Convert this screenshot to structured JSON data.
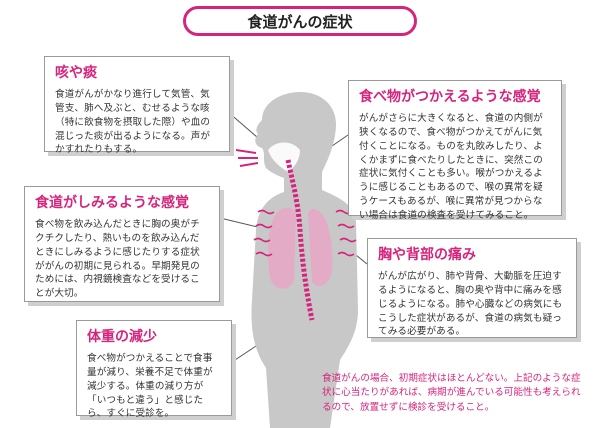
{
  "title": "食道がんの症状",
  "boxes": {
    "cough": {
      "heading": "咳や痰",
      "body": "食道がんがかなり進行して気管、気管支、肺へ及ぶと、むせるような咳（特に飲食物を摂取した際）や血の混じった痰が出るようになる。声がかすれたりもする。"
    },
    "stuck": {
      "heading": "食べ物がつかえるような感覚",
      "body": "がんがさらに大きくなると、食道の内側が狭くなるので、食べ物がつかえてがんに気付くことになる。ものを丸飲みしたり、よくかまずに食べたりしたときに、突然この症状に気付くことも多い。喉がつかえるように感じることもあるので、喉の異常を疑うケースもあるが、喉に異常が見つからない場合は食道の検査を受けてみること。"
    },
    "sting": {
      "heading": "食道がしみるような感覚",
      "body": "食べ物を飲み込んだときに胸の奥がチクチクしたり、熱いものを飲み込んだときにしみるように感じたりする症状ががんの初期に見られる。早期発見のためには、内視鏡検査などを受けることが大切。"
    },
    "chest": {
      "heading": "胸や背部の痛み",
      "body": "がんが広がり、肺や背骨、大動脈を圧迫するようになると、胸の奥や背中に痛みを感じるようになる。肺や心臓などの病気にもこうした症状があるが、食道の病気も疑ってみる必要がある。"
    },
    "weight": {
      "heading": "体重の減少",
      "body": "食べ物がつかえることで食事量が減り、栄養不足で体重が減少する。体重の減り方が「いつもと違う」と感じたら、すぐに受診を。"
    }
  },
  "note": "食道がんの場合、初期症状はほとんどない。上記のような症状に心当たりがあれば、病期が進んでいる可能性も考えられるので、放置せずに検診を受けること。",
  "colors": {
    "accent": "#d6247c",
    "body_gray": "#c8c8c8",
    "organ_pink": "#e8a6c6"
  }
}
